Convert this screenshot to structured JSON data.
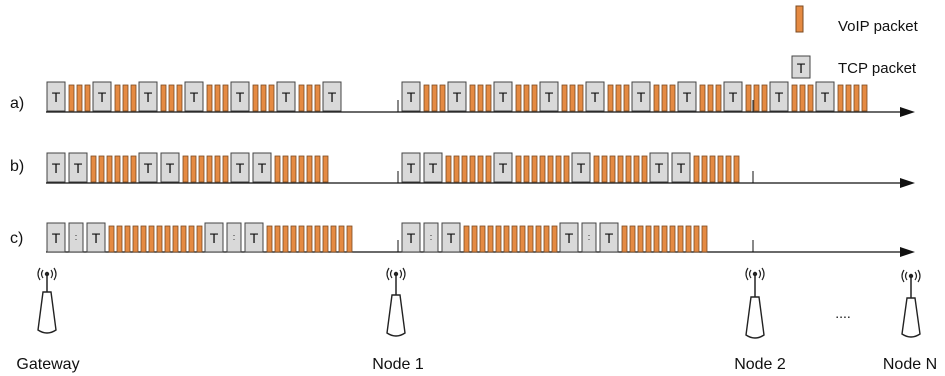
{
  "legend": {
    "voip_label": "VoIP packet",
    "tcp_label": "TCP packet",
    "tcp_symbol": "T"
  },
  "rows": [
    {
      "label": "a)",
      "segments": [
        [
          "T",
          "V",
          "V",
          "V",
          "T",
          "V",
          "V",
          "V",
          "T",
          "V",
          "V",
          "V",
          "T",
          "V",
          "V",
          "V",
          "T",
          "V",
          "V",
          "V",
          "T",
          "V",
          "V",
          "V",
          "T"
        ],
        [
          "T",
          "V",
          "V",
          "V",
          "T",
          "V",
          "V",
          "V",
          "T",
          "V",
          "V",
          "V",
          "T",
          "V",
          "V",
          "V",
          "T",
          "V",
          "V",
          "V",
          "T",
          "V",
          "V",
          "V",
          "T",
          "V",
          "V",
          "V",
          "T",
          "V",
          "V",
          "V",
          "T",
          "V",
          "V",
          "V",
          "T",
          "V",
          "V",
          "V",
          "V"
        ]
      ]
    },
    {
      "label": "b)",
      "segments": [
        [
          "T",
          "T",
          "V",
          "V",
          "V",
          "V",
          "V",
          "V",
          "T",
          "T",
          "V",
          "V",
          "V",
          "V",
          "V",
          "V",
          "T",
          "T",
          "V",
          "V",
          "V",
          "V",
          "V",
          "V",
          "V"
        ],
        [
          "T",
          "T",
          "V",
          "V",
          "V",
          "V",
          "V",
          "V",
          "T",
          "V",
          "V",
          "V",
          "V",
          "V",
          "V",
          "V",
          "T",
          "V",
          "V",
          "V",
          "V",
          "V",
          "V",
          "V",
          "T",
          "T",
          "V",
          "V",
          "V",
          "V",
          "V",
          "V"
        ]
      ]
    },
    {
      "label": "c)",
      "segments": [
        [
          "T",
          "E",
          "T",
          "V",
          "V",
          "V",
          "V",
          "V",
          "V",
          "V",
          "V",
          "V",
          "V",
          "V",
          "V",
          "T",
          "E",
          "T",
          "V",
          "V",
          "V",
          "V",
          "V",
          "V",
          "V",
          "V",
          "V",
          "V",
          "V"
        ],
        [
          "T",
          "E",
          "T",
          "V",
          "V",
          "V",
          "V",
          "V",
          "V",
          "V",
          "V",
          "V",
          "V",
          "V",
          "V",
          "T",
          "E",
          "T",
          "V",
          "V",
          "V",
          "V",
          "V",
          "V",
          "V",
          "V",
          "V",
          "V",
          "V"
        ]
      ]
    }
  ],
  "nodes": [
    {
      "name": "Gateway"
    },
    {
      "name": "Node 1"
    },
    {
      "name": "Node 2"
    },
    {
      "name": "Node N"
    }
  ],
  "ellipsis": "....",
  "colors": {
    "voip_fill": "#e58a42",
    "voip_stroke": "#7a4a22",
    "tcp_fill": "#d9d9d9",
    "tcp_stroke": "#444444",
    "axis": "#111111",
    "antenna": "#222222"
  }
}
